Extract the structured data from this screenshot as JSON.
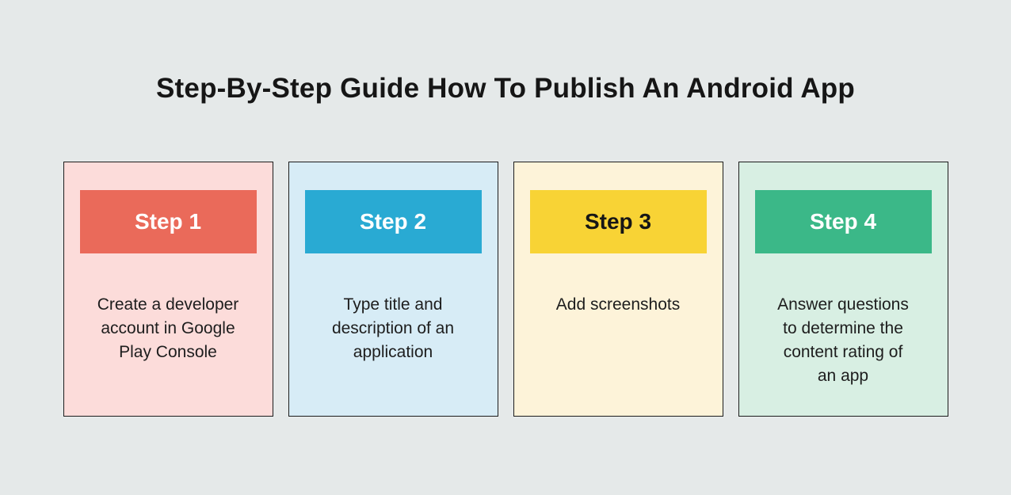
{
  "title": "Step-By-Step Guide How To Publish An Android App",
  "colors": {
    "page_bg": "#e5e9e9",
    "card_border": "#1c1c1c",
    "title_color": "#161616",
    "body_text": "#1d1d1d"
  },
  "cards": [
    {
      "step_label": "Step 1",
      "description": "Create a developer\naccount in Google\nPlay Console",
      "card_bg": "#fcdcda",
      "header_bg": "#ea6a5a",
      "header_text_color": "#ffffff"
    },
    {
      "step_label": "Step 2",
      "description": "Type title and\ndescription of an\napplication",
      "card_bg": "#d7ecf6",
      "header_bg": "#29aad3",
      "header_text_color": "#ffffff"
    },
    {
      "step_label": "Step 3",
      "description": "Add screenshots",
      "card_bg": "#fdf3d9",
      "header_bg": "#f8d335",
      "header_text_color": "#161616"
    },
    {
      "step_label": "Step 4",
      "description": "Answer questions\nto determine the\ncontent rating of\nan app",
      "card_bg": "#d8efe3",
      "header_bg": "#3bb888",
      "header_text_color": "#ffffff"
    }
  ]
}
